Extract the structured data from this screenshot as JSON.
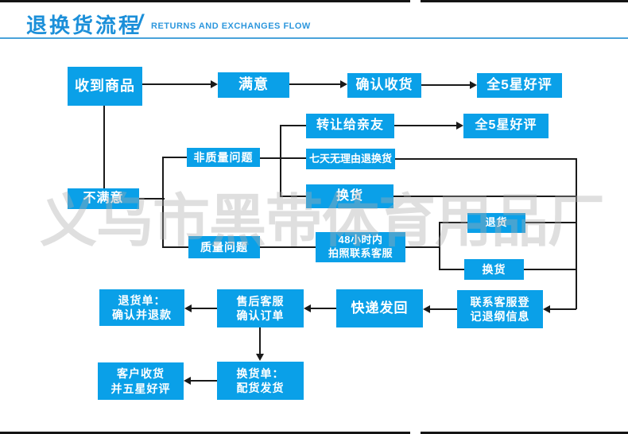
{
  "header": {
    "title_cn": "退换货流程",
    "divider": "/",
    "title_en": "RETURNS AND EXCHANGES FLOW"
  },
  "watermark": "义乌市黑带体育用品厂",
  "flow": {
    "received": "收到商品",
    "satisfied": "满意",
    "confirm_receipt": "确认收货",
    "five_star_1": "全5星好评",
    "transfer_friends": "转让给亲友",
    "five_star_2": "全5星好评",
    "non_quality_issue": "非质量问题",
    "seven_day_return": "七天无理由退换货",
    "exchange_1": "换货",
    "unsatisfied": "不满意",
    "quality_issue": "质量问题",
    "contact_48h_line1": "48小时内",
    "contact_48h_line2": "拍照联系客服",
    "return_goods": "退货",
    "exchange_2": "换货",
    "return_order_line1": "退货单：",
    "return_order_line2": "确认并退款",
    "after_sales_line1": "售后客服",
    "after_sales_line2": "确认订单",
    "express_back": "快递发回",
    "register_line1": "联系客服登",
    "register_line2": "记退纲信息",
    "customer_receive_line1": "客户收货",
    "customer_receive_line2": "并五星好评",
    "exchange_order_line1": "换货单：",
    "exchange_order_line2": "配货发货"
  },
  "colors": {
    "box_blue": "#0aa0e8",
    "title_blue": "#1b8fd9",
    "connector_black": "#1a1a1a"
  }
}
